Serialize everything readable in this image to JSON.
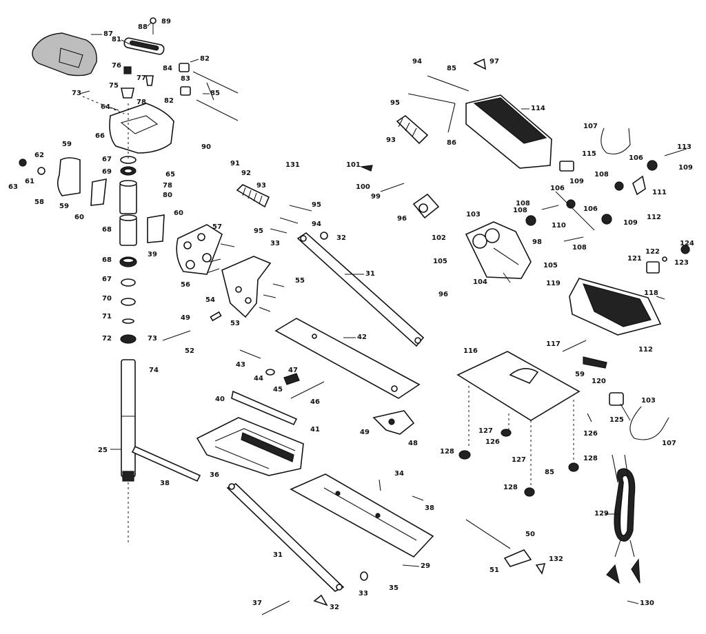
{
  "callouts": [
    {
      "id": "c87a",
      "text": "87"
    },
    {
      "id": "c89",
      "text": "89"
    },
    {
      "id": "c88",
      "text": "88"
    },
    {
      "id": "c81",
      "text": "81"
    },
    {
      "id": "c82a",
      "text": "82"
    },
    {
      "id": "c84",
      "text": "84"
    },
    {
      "id": "c83",
      "text": "83"
    },
    {
      "id": "c76",
      "text": "76"
    },
    {
      "id": "c77",
      "text": "77"
    },
    {
      "id": "c75",
      "text": "75"
    },
    {
      "id": "c82b",
      "text": "82"
    },
    {
      "id": "c85a",
      "text": "85"
    },
    {
      "id": "c73a",
      "text": "73"
    },
    {
      "id": "c78a",
      "text": "78"
    },
    {
      "id": "c64",
      "text": "64"
    },
    {
      "id": "c66",
      "text": "66"
    },
    {
      "id": "c59a",
      "text": "59"
    },
    {
      "id": "c62",
      "text": "62"
    },
    {
      "id": "c61",
      "text": "61"
    },
    {
      "id": "c63",
      "text": "63"
    },
    {
      "id": "c58",
      "text": "58"
    },
    {
      "id": "c59b",
      "text": "59"
    },
    {
      "id": "c60a",
      "text": "60"
    },
    {
      "id": "c67a",
      "text": "67"
    },
    {
      "id": "c69",
      "text": "69"
    },
    {
      "id": "c65",
      "text": "65"
    },
    {
      "id": "c90a",
      "text": "90"
    },
    {
      "id": "c78b",
      "text": "78"
    },
    {
      "id": "c80",
      "text": "80"
    },
    {
      "id": "c91",
      "text": "91"
    },
    {
      "id": "c92",
      "text": "92"
    },
    {
      "id": "c60b",
      "text": "60"
    },
    {
      "id": "c68a",
      "text": "68"
    },
    {
      "id": "c57",
      "text": "57"
    },
    {
      "id": "c39",
      "text": "39"
    },
    {
      "id": "c68b",
      "text": "68"
    },
    {
      "id": "c67b",
      "text": "67"
    },
    {
      "id": "c70",
      "text": "70"
    },
    {
      "id": "c71",
      "text": "71"
    },
    {
      "id": "c72",
      "text": "72"
    },
    {
      "id": "c73b",
      "text": "73"
    },
    {
      "id": "c74",
      "text": "74"
    },
    {
      "id": "c25",
      "text": "25"
    },
    {
      "id": "c38a",
      "text": "38"
    },
    {
      "id": "c56",
      "text": "56"
    },
    {
      "id": "c54",
      "text": "54"
    },
    {
      "id": "c55",
      "text": "55"
    },
    {
      "id": "c49a",
      "text": "49"
    },
    {
      "id": "c53",
      "text": "53"
    },
    {
      "id": "c52",
      "text": "52"
    },
    {
      "id": "c33a",
      "text": "33"
    },
    {
      "id": "c32a",
      "text": "32"
    },
    {
      "id": "c93a",
      "text": "93"
    },
    {
      "id": "c95a",
      "text": "95"
    },
    {
      "id": "c94a",
      "text": "94"
    },
    {
      "id": "c95b",
      "text": "95"
    },
    {
      "id": "c131",
      "text": "131"
    },
    {
      "id": "c31a",
      "text": "31"
    },
    {
      "id": "c42",
      "text": "42"
    },
    {
      "id": "c43",
      "text": "43"
    },
    {
      "id": "c44",
      "text": "44"
    },
    {
      "id": "c45",
      "text": "45"
    },
    {
      "id": "c47",
      "text": "47"
    },
    {
      "id": "c46",
      "text": "46"
    },
    {
      "id": "c40",
      "text": "40"
    },
    {
      "id": "c41",
      "text": "41"
    },
    {
      "id": "c49b",
      "text": "49"
    },
    {
      "id": "c48",
      "text": "48"
    },
    {
      "id": "c36",
      "text": "36"
    },
    {
      "id": "c34",
      "text": "34"
    },
    {
      "id": "c38b",
      "text": "38"
    },
    {
      "id": "c31b",
      "text": "31"
    },
    {
      "id": "c29",
      "text": "29"
    },
    {
      "id": "c33b",
      "text": "33"
    },
    {
      "id": "c35",
      "text": "35"
    },
    {
      "id": "c37",
      "text": "37"
    },
    {
      "id": "c32b",
      "text": "32"
    },
    {
      "id": "c97",
      "text": "97"
    },
    {
      "id": "c94b",
      "text": "94"
    },
    {
      "id": "c85b",
      "text": "85"
    },
    {
      "id": "c95c",
      "text": "95"
    },
    {
      "id": "c86",
      "text": "86"
    },
    {
      "id": "c93b",
      "text": "93"
    },
    {
      "id": "c114",
      "text": "114"
    },
    {
      "id": "c107a",
      "text": "107"
    },
    {
      "id": "c113",
      "text": "113"
    },
    {
      "id": "c109a",
      "text": "109"
    },
    {
      "id": "c115",
      "text": "115"
    },
    {
      "id": "c106a",
      "text": "106"
    },
    {
      "id": "c108a",
      "text": "108"
    },
    {
      "id": "c109b",
      "text": "109"
    },
    {
      "id": "c106b",
      "text": "106"
    },
    {
      "id": "c111",
      "text": "111"
    },
    {
      "id": "c101",
      "text": "101"
    },
    {
      "id": "c100",
      "text": "100"
    },
    {
      "id": "c99",
      "text": "99"
    },
    {
      "id": "c96a",
      "text": "96"
    },
    {
      "id": "c103a",
      "text": "103"
    },
    {
      "id": "c102",
      "text": "102"
    },
    {
      "id": "c108b",
      "text": "108"
    },
    {
      "id": "c108c",
      "text": "108"
    },
    {
      "id": "c110",
      "text": "110"
    },
    {
      "id": "c106c",
      "text": "106"
    },
    {
      "id": "c109c",
      "text": "109"
    },
    {
      "id": "c112a",
      "text": "112"
    },
    {
      "id": "c98",
      "text": "98"
    },
    {
      "id": "c108d",
      "text": "108"
    },
    {
      "id": "c105a",
      "text": "105"
    },
    {
      "id": "c105b",
      "text": "105"
    },
    {
      "id": "c104",
      "text": "104"
    },
    {
      "id": "c96b",
      "text": "96"
    },
    {
      "id": "c124",
      "text": "124"
    },
    {
      "id": "c121",
      "text": "121"
    },
    {
      "id": "c122",
      "text": "122"
    },
    {
      "id": "c123",
      "text": "123"
    },
    {
      "id": "c119",
      "text": "119"
    },
    {
      "id": "c118",
      "text": "118"
    },
    {
      "id": "c116",
      "text": "116"
    },
    {
      "id": "c117",
      "text": "117"
    },
    {
      "id": "c112b",
      "text": "112"
    },
    {
      "id": "c59c",
      "text": "59"
    },
    {
      "id": "c120",
      "text": "120"
    },
    {
      "id": "c103b",
      "text": "103"
    },
    {
      "id": "c125",
      "text": "125"
    },
    {
      "id": "c126a",
      "text": "126"
    },
    {
      "id": "c107b",
      "text": "107"
    },
    {
      "id": "c127a",
      "text": "127"
    },
    {
      "id": "c126b",
      "text": "126"
    },
    {
      "id": "c127b",
      "text": "127"
    },
    {
      "id": "c128a",
      "text": "128"
    },
    {
      "id": "c85c",
      "text": "85"
    },
    {
      "id": "c128b",
      "text": "128"
    },
    {
      "id": "c128c",
      "text": "128"
    },
    {
      "id": "c129",
      "text": "129"
    },
    {
      "id": "c50",
      "text": "50"
    },
    {
      "id": "c51",
      "text": "51"
    },
    {
      "id": "c132",
      "text": "132"
    },
    {
      "id": "c130",
      "text": "130"
    }
  ]
}
